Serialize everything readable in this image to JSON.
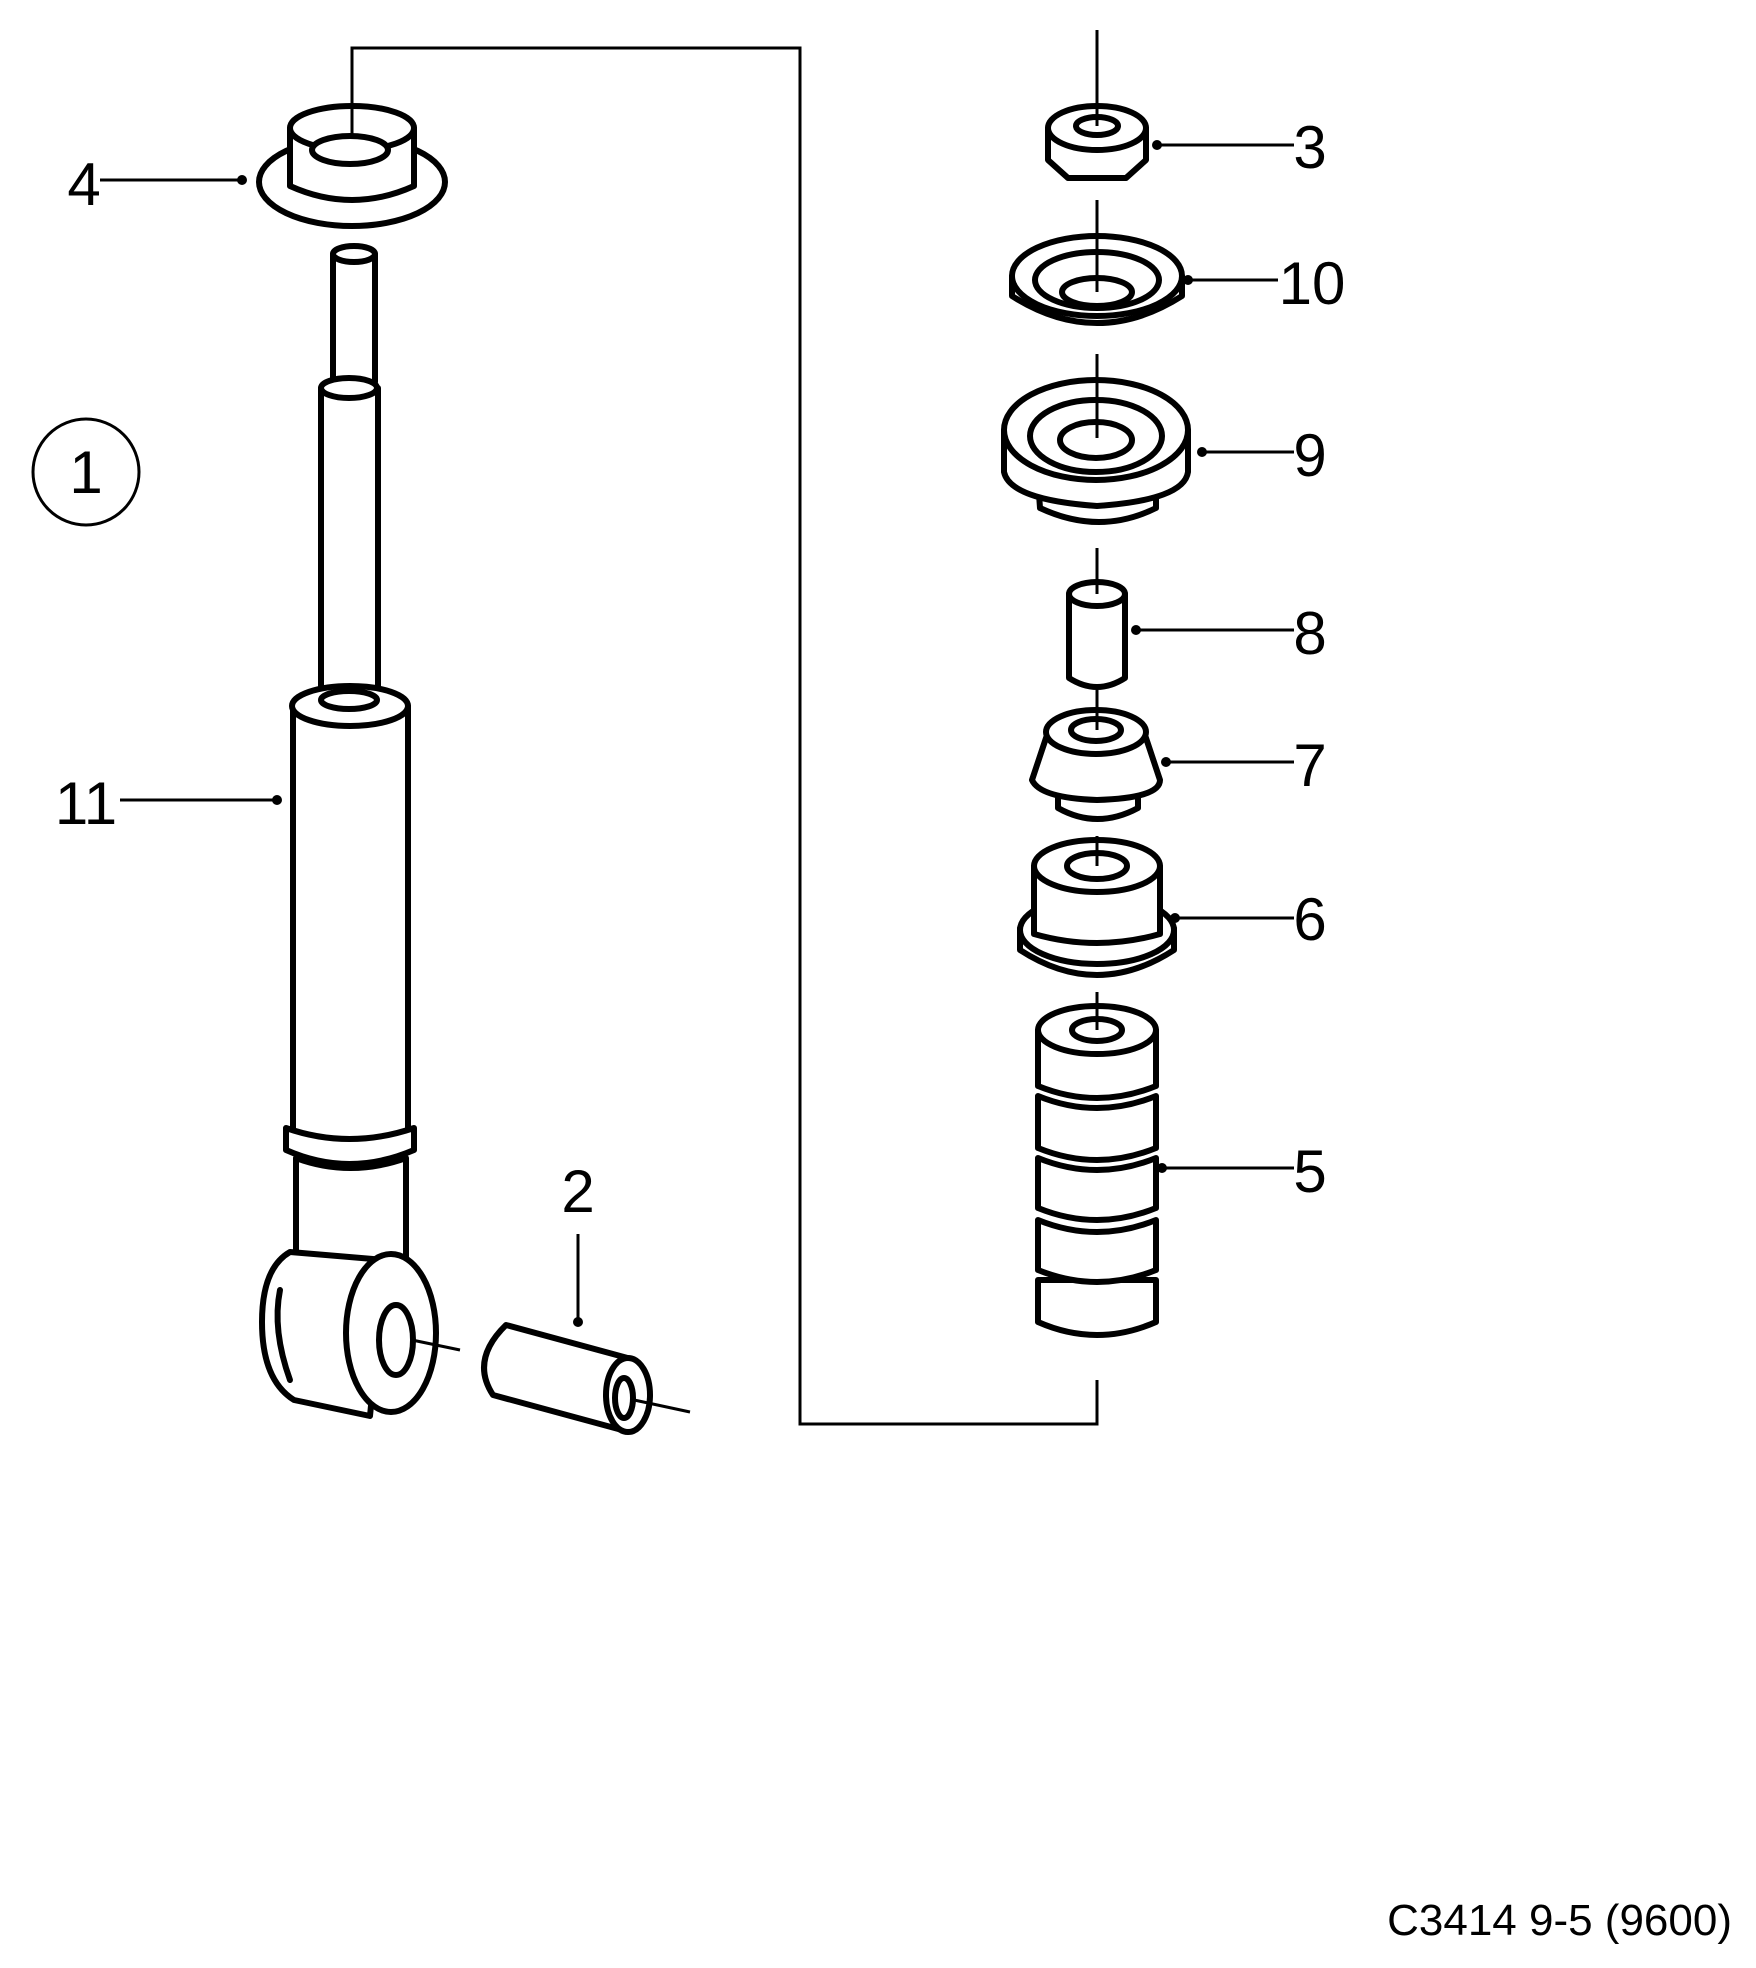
{
  "diagram": {
    "reference": "C3414 9-5 (9600)",
    "callouts": [
      {
        "id": "c1",
        "label": "1"
      },
      {
        "id": "c2",
        "label": "2"
      },
      {
        "id": "c3",
        "label": "3"
      },
      {
        "id": "c4",
        "label": "4"
      },
      {
        "id": "c5",
        "label": "5"
      },
      {
        "id": "c6",
        "label": "6"
      },
      {
        "id": "c7",
        "label": "7"
      },
      {
        "id": "c8",
        "label": "8"
      },
      {
        "id": "c9",
        "label": "9"
      },
      {
        "id": "c10",
        "label": "10"
      },
      {
        "id": "c11",
        "label": "11"
      }
    ]
  }
}
